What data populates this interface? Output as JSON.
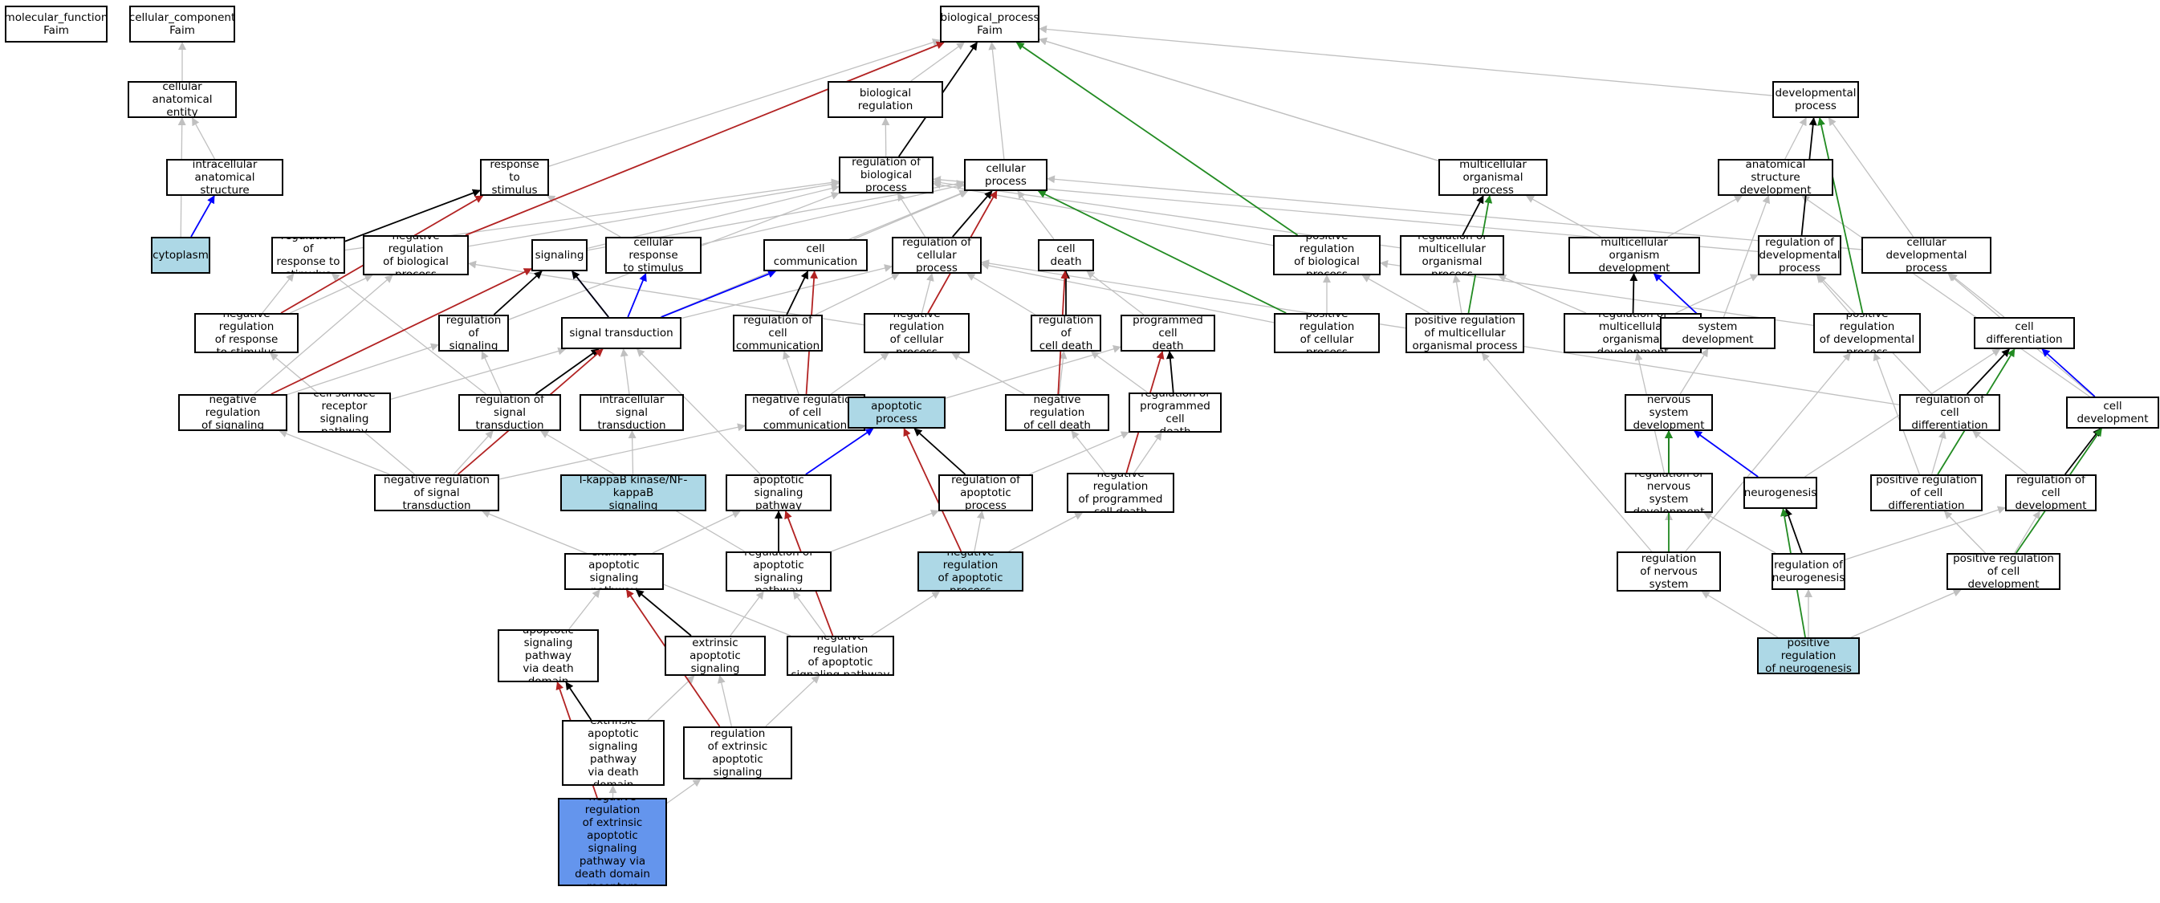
{
  "colors": {
    "is_a": "#c0c0c0",
    "part_of": "#0000ff",
    "regulates": "#000000",
    "positively_regulates": "#228b22",
    "negatively_regulates": "#b22222",
    "annotated_fill": "#add8e6",
    "query_fill": "#6495ed"
  },
  "nodes": [
    {
      "id": "mf",
      "label": "molecular_function\nFaim",
      "fill": "white"
    },
    {
      "id": "cc",
      "label": "cellular_component\nFaim",
      "fill": "white"
    },
    {
      "id": "bp",
      "label": "biological_process\nFaim",
      "fill": "white"
    },
    {
      "id": "cae",
      "label": "cellular anatomical\nentity",
      "fill": "white"
    },
    {
      "id": "breg",
      "label": "biological regulation",
      "fill": "white"
    },
    {
      "id": "devp",
      "label": "developmental\nprocess",
      "fill": "white"
    },
    {
      "id": "ias",
      "label": "intracellular\nanatomical structure",
      "fill": "white"
    },
    {
      "id": "rts",
      "label": "response to\nstimulus",
      "fill": "white"
    },
    {
      "id": "rbp",
      "label": "regulation of\nbiological process",
      "fill": "white"
    },
    {
      "id": "cp",
      "label": "cellular process",
      "fill": "white"
    },
    {
      "id": "mop",
      "label": "multicellular\norganismal process",
      "fill": "white"
    },
    {
      "id": "asd",
      "label": "anatomical structure\ndevelopment",
      "fill": "white"
    },
    {
      "id": "cyto",
      "label": "cytoplasm",
      "fill": "light"
    },
    {
      "id": "rrts",
      "label": "regulation of\nresponse to\nstimulus",
      "fill": "white"
    },
    {
      "id": "nrbp",
      "label": "negative regulation\nof biological\nprocess",
      "fill": "white"
    },
    {
      "id": "sig",
      "label": "signaling",
      "fill": "white"
    },
    {
      "id": "crts",
      "label": "cellular response\nto stimulus",
      "fill": "white"
    },
    {
      "id": "ccom",
      "label": "cell communication",
      "fill": "white"
    },
    {
      "id": "rcp",
      "label": "regulation of\ncellular process",
      "fill": "white"
    },
    {
      "id": "cdeath",
      "label": "cell death",
      "fill": "white"
    },
    {
      "id": "prbp",
      "label": "positive regulation\nof biological\nprocess",
      "fill": "white"
    },
    {
      "id": "rmop",
      "label": "regulation of\nmulticellular\norganismal process",
      "fill": "white"
    },
    {
      "id": "mod",
      "label": "multicellular\norganism development",
      "fill": "white"
    },
    {
      "id": "rdp",
      "label": "regulation of\ndevelopmental\nprocess",
      "fill": "white"
    },
    {
      "id": "cdp",
      "label": "cellular developmental\nprocess",
      "fill": "white"
    },
    {
      "id": "nrrts",
      "label": "negative regulation\nof response\nto stimulus",
      "fill": "white"
    },
    {
      "id": "rsig",
      "label": "regulation of\nsignaling",
      "fill": "white"
    },
    {
      "id": "st",
      "label": "signal transduction",
      "fill": "white"
    },
    {
      "id": "rcc",
      "label": "regulation of\ncell communication",
      "fill": "white"
    },
    {
      "id": "nrcp",
      "label": "negative regulation\nof cellular\nprocess",
      "fill": "white"
    },
    {
      "id": "rcd",
      "label": "regulation of\ncell death",
      "fill": "white"
    },
    {
      "id": "pcd",
      "label": "programmed cell\ndeath",
      "fill": "white"
    },
    {
      "id": "prcp",
      "label": "positive regulation\nof cellular\nprocess",
      "fill": "white"
    },
    {
      "id": "prmop",
      "label": "positive regulation\nof multicellular\norganismal process",
      "fill": "white"
    },
    {
      "id": "rmod",
      "label": "regulation of\nmulticellular\norganismal development",
      "fill": "white"
    },
    {
      "id": "sysdev",
      "label": "system development",
      "fill": "white"
    },
    {
      "id": "prdp",
      "label": "positive regulation\nof developmental\nprocess",
      "fill": "white"
    },
    {
      "id": "cdiff",
      "label": "cell differentiation",
      "fill": "white"
    },
    {
      "id": "nrsig",
      "label": "negative regulation\nof signaling",
      "fill": "white"
    },
    {
      "id": "csrsp",
      "label": "cell surface\nreceptor signaling\npathway",
      "fill": "white"
    },
    {
      "id": "rst",
      "label": "regulation of\nsignal transduction",
      "fill": "white"
    },
    {
      "id": "ist",
      "label": "intracellular\nsignal transduction",
      "fill": "white"
    },
    {
      "id": "nrcc",
      "label": "negative regulation\nof cell communication",
      "fill": "white"
    },
    {
      "id": "apop",
      "label": "apoptotic process",
      "fill": "light"
    },
    {
      "id": "nrcd",
      "label": "negative regulation\nof cell death",
      "fill": "white"
    },
    {
      "id": "rpcd",
      "label": "regulation of\nprogrammed cell\ndeath",
      "fill": "white"
    },
    {
      "id": "nsd",
      "label": "nervous system\ndevelopment",
      "fill": "white"
    },
    {
      "id": "rcdiff",
      "label": "regulation of\ncell differentiation",
      "fill": "white"
    },
    {
      "id": "celldev",
      "label": "cell development",
      "fill": "white"
    },
    {
      "id": "nrst",
      "label": "negative regulation\nof signal transduction",
      "fill": "white"
    },
    {
      "id": "ikb",
      "label": "I-kappaB kinase/NF-kappaB\nsignaling",
      "fill": "light"
    },
    {
      "id": "asp",
      "label": "apoptotic signaling\npathway",
      "fill": "white"
    },
    {
      "id": "rap",
      "label": "regulation of\napoptotic process",
      "fill": "white"
    },
    {
      "id": "nrpcd",
      "label": "negative regulation\nof programmed\ncell death",
      "fill": "white"
    },
    {
      "id": "rnsd",
      "label": "regulation of\nnervous system\ndevelopment",
      "fill": "white"
    },
    {
      "id": "neurog",
      "label": "neurogenesis",
      "fill": "white"
    },
    {
      "id": "prcdiff",
      "label": "positive regulation\nof cell differentiation",
      "fill": "white"
    },
    {
      "id": "rcdev",
      "label": "regulation of\ncell development",
      "fill": "white"
    },
    {
      "id": "easp",
      "label": "extrinsic apoptotic\nsignaling pathway",
      "fill": "white"
    },
    {
      "id": "rasp",
      "label": "regulation of\napoptotic signaling\npathway",
      "fill": "white"
    },
    {
      "id": "nrap",
      "label": "negative regulation\nof apoptotic\nprocess",
      "fill": "light"
    },
    {
      "id": "prnsd",
      "label": "positive regulation\nof nervous system\ndevelopment",
      "fill": "white"
    },
    {
      "id": "rneurog",
      "label": "regulation of\nneurogenesis",
      "fill": "white"
    },
    {
      "id": "prcdev",
      "label": "positive regulation\nof cell development",
      "fill": "white"
    },
    {
      "id": "easpdd",
      "label": "extrinsic apoptotic\nsignaling pathway\nvia death domain\nreceptors",
      "fill": "white"
    },
    {
      "id": "reasp",
      "label": "regulation of\nextrinsic apoptotic\nsignaling pathway",
      "fill": "white"
    },
    {
      "id": "nrasp",
      "label": "negative regulation\nof apoptotic\nsignaling pathway",
      "fill": "white"
    },
    {
      "id": "prneurog",
      "label": "positive regulation\nof neurogenesis",
      "fill": "light"
    },
    {
      "id": "reaspdd",
      "label": "regulation of\nextrinsic apoptotic\nsignaling pathway\nvia death domain\nreceptors",
      "fill": "white"
    },
    {
      "id": "nreasp",
      "label": "negative regulation\nof extrinsic\napoptotic signaling\npathway",
      "fill": "white"
    },
    {
      "id": "nreaspdd",
      "label": "negative regulation\nof extrinsic\napoptotic signaling\npathway via\ndeath domain\nreceptors",
      "fill": "query"
    }
  ],
  "edges": [
    [
      "cae",
      "cc",
      "is_a"
    ],
    [
      "ias",
      "cae",
      "is_a"
    ],
    [
      "cyto",
      "cae",
      "is_a"
    ],
    [
      "cyto",
      "ias",
      "part_of"
    ],
    [
      "breg",
      "bp",
      "is_a"
    ],
    [
      "rbp",
      "bp",
      "is_a"
    ],
    [
      "rbp",
      "breg",
      "is_a"
    ],
    [
      "rbp",
      "bp",
      "regulates"
    ],
    [
      "cp",
      "bp",
      "is_a"
    ],
    [
      "rts",
      "bp",
      "is_a"
    ],
    [
      "mop",
      "bp",
      "is_a"
    ],
    [
      "devp",
      "bp",
      "is_a"
    ],
    [
      "nrbp",
      "bp",
      "negatively_regulates"
    ],
    [
      "prbp",
      "bp",
      "positively_regulates"
    ],
    [
      "nrbp",
      "rbp",
      "is_a"
    ],
    [
      "prbp",
      "rbp",
      "is_a"
    ],
    [
      "rrts",
      "rts",
      "regulates"
    ],
    [
      "rrts",
      "rbp",
      "is_a"
    ],
    [
      "nrrts",
      "rts",
      "negatively_regulates"
    ],
    [
      "nrrts",
      "rrts",
      "is_a"
    ],
    [
      "nrrts",
      "nrbp",
      "is_a"
    ],
    [
      "sig",
      "cp",
      "is_a"
    ],
    [
      "sig",
      "rbp",
      "is_a"
    ],
    [
      "crts",
      "rts",
      "is_a"
    ],
    [
      "crts",
      "cp",
      "is_a"
    ],
    [
      "ccom",
      "cp",
      "is_a"
    ],
    [
      "rcp",
      "rbp",
      "is_a"
    ],
    [
      "rcp",
      "cp",
      "regulates"
    ],
    [
      "cdeath",
      "cp",
      "is_a"
    ],
    [
      "prcp",
      "cp",
      "positively_regulates"
    ],
    [
      "prcp",
      "prbp",
      "is_a"
    ],
    [
      "prcp",
      "rcp",
      "is_a"
    ],
    [
      "nrcp",
      "cp",
      "negatively_regulates"
    ],
    [
      "nrcp",
      "nrbp",
      "is_a"
    ],
    [
      "nrcp",
      "rcp",
      "is_a"
    ],
    [
      "st",
      "sig",
      "regulates"
    ],
    [
      "st",
      "sig",
      "part_of"
    ],
    [
      "st",
      "crts",
      "part_of"
    ],
    [
      "st",
      "ccom",
      "part_of"
    ],
    [
      "st",
      "cp",
      "is_a"
    ],
    [
      "st",
      "rcp",
      "is_a"
    ],
    [
      "rsig",
      "sig",
      "regulates"
    ],
    [
      "rsig",
      "rbp",
      "is_a"
    ],
    [
      "rcc",
      "ccom",
      "regulates"
    ],
    [
      "rcc",
      "rcp",
      "is_a"
    ],
    [
      "nrsig",
      "sig",
      "negatively_regulates"
    ],
    [
      "nrsig",
      "rsig",
      "is_a"
    ],
    [
      "nrsig",
      "nrbp",
      "is_a"
    ],
    [
      "nrcc",
      "ccom",
      "negatively_regulates"
    ],
    [
      "nrcc",
      "rcc",
      "is_a"
    ],
    [
      "nrcc",
      "nrcp",
      "is_a"
    ],
    [
      "rst",
      "st",
      "regulates"
    ],
    [
      "rst",
      "rsig",
      "is_a"
    ],
    [
      "rst",
      "rrts",
      "is_a"
    ],
    [
      "nrst",
      "st",
      "negatively_regulates"
    ],
    [
      "nrst",
      "rst",
      "is_a"
    ],
    [
      "nrst",
      "nrsig",
      "is_a"
    ],
    [
      "nrst",
      "nrrts",
      "is_a"
    ],
    [
      "nrst",
      "nrcc",
      "is_a"
    ],
    [
      "csrsp",
      "st",
      "is_a"
    ],
    [
      "ist",
      "st",
      "is_a"
    ],
    [
      "ikb",
      "ist",
      "is_a"
    ],
    [
      "rcd",
      "cdeath",
      "regulates"
    ],
    [
      "rcd",
      "rcp",
      "is_a"
    ],
    [
      "nrcd",
      "cdeath",
      "negatively_regulates"
    ],
    [
      "nrcd",
      "rcd",
      "is_a"
    ],
    [
      "nrcd",
      "nrcp",
      "is_a"
    ],
    [
      "pcd",
      "cdeath",
      "is_a"
    ],
    [
      "apop",
      "pcd",
      "is_a"
    ],
    [
      "rpcd",
      "pcd",
      "regulates"
    ],
    [
      "rpcd",
      "rcd",
      "is_a"
    ],
    [
      "nrpcd",
      "pcd",
      "negatively_regulates"
    ],
    [
      "nrpcd",
      "rpcd",
      "is_a"
    ],
    [
      "nrpcd",
      "nrcd",
      "is_a"
    ],
    [
      "asp",
      "st",
      "is_a"
    ],
    [
      "asp",
      "apop",
      "part_of"
    ],
    [
      "rap",
      "apop",
      "regulates"
    ],
    [
      "rap",
      "rpcd",
      "is_a"
    ],
    [
      "nrap",
      "apop",
      "negatively_regulates"
    ],
    [
      "nrap",
      "rap",
      "is_a"
    ],
    [
      "nrap",
      "nrpcd",
      "is_a"
    ],
    [
      "rasp",
      "asp",
      "regulates"
    ],
    [
      "rasp",
      "rst",
      "is_a"
    ],
    [
      "rasp",
      "rap",
      "is_a"
    ],
    [
      "nrasp",
      "asp",
      "negatively_regulates"
    ],
    [
      "nrasp",
      "rasp",
      "is_a"
    ],
    [
      "nrasp",
      "nrst",
      "is_a"
    ],
    [
      "nrasp",
      "nrap",
      "is_a"
    ],
    [
      "easp",
      "asp",
      "is_a"
    ],
    [
      "reasp",
      "easp",
      "regulates"
    ],
    [
      "reasp",
      "rasp",
      "is_a"
    ],
    [
      "nreasp",
      "easp",
      "negatively_regulates"
    ],
    [
      "nreasp",
      "reasp",
      "is_a"
    ],
    [
      "nreasp",
      "nrasp",
      "is_a"
    ],
    [
      "easpdd",
      "easp",
      "is_a"
    ],
    [
      "reaspdd",
      "easpdd",
      "regulates"
    ],
    [
      "reaspdd",
      "reasp",
      "is_a"
    ],
    [
      "nreaspdd",
      "easpdd",
      "negatively_regulates"
    ],
    [
      "nreaspdd",
      "reaspdd",
      "is_a"
    ],
    [
      "nreaspdd",
      "nreasp",
      "is_a"
    ],
    [
      "mop",
      "bp",
      "is_a"
    ],
    [
      "asd",
      "devp",
      "is_a"
    ],
    [
      "rdp",
      "devp",
      "regulates"
    ],
    [
      "rdp",
      "rbp",
      "is_a"
    ],
    [
      "cdp",
      "devp",
      "is_a"
    ],
    [
      "cdp",
      "cp",
      "is_a"
    ],
    [
      "rmop",
      "mop",
      "regulates"
    ],
    [
      "rmop",
      "rbp",
      "is_a"
    ],
    [
      "mod",
      "mop",
      "is_a"
    ],
    [
      "mod",
      "asd",
      "is_a"
    ],
    [
      "prmop",
      "mop",
      "positively_regulates"
    ],
    [
      "prmop",
      "rmop",
      "is_a"
    ],
    [
      "prmop",
      "prbp",
      "is_a"
    ],
    [
      "rmod",
      "mod",
      "regulates"
    ],
    [
      "rmod",
      "rmop",
      "is_a"
    ],
    [
      "rmod",
      "rdp",
      "is_a"
    ],
    [
      "sysdev",
      "mod",
      "part_of"
    ],
    [
      "sysdev",
      "asd",
      "is_a"
    ],
    [
      "prdp",
      "devp",
      "positively_regulates"
    ],
    [
      "prdp",
      "rdp",
      "is_a"
    ],
    [
      "prdp",
      "prbp",
      "is_a"
    ],
    [
      "cdiff",
      "cdp",
      "is_a"
    ],
    [
      "rcdiff",
      "cdiff",
      "regulates"
    ],
    [
      "rcdiff",
      "rdp",
      "is_a"
    ],
    [
      "rcdiff",
      "rcp",
      "is_a"
    ],
    [
      "celldev",
      "cdiff",
      "part_of"
    ],
    [
      "celldev",
      "asd",
      "is_a"
    ],
    [
      "celldev",
      "cdp",
      "is_a"
    ],
    [
      "nsd",
      "sysdev",
      "is_a"
    ],
    [
      "rnsd",
      "nsd",
      "regulates"
    ],
    [
      "rnsd",
      "rmod",
      "is_a"
    ],
    [
      "prnsd",
      "nsd",
      "positively_regulates"
    ],
    [
      "prnsd",
      "rnsd",
      "is_a"
    ],
    [
      "prnsd",
      "prmop",
      "is_a"
    ],
    [
      "prnsd",
      "prdp",
      "is_a"
    ],
    [
      "neurog",
      "nsd",
      "part_of"
    ],
    [
      "neurog",
      "cdiff",
      "is_a"
    ],
    [
      "prcdiff",
      "cdiff",
      "positively_regulates"
    ],
    [
      "prcdiff",
      "rcdiff",
      "is_a"
    ],
    [
      "prcdiff",
      "prdp",
      "is_a"
    ],
    [
      "rcdev",
      "celldev",
      "regulates"
    ],
    [
      "rcdev",
      "rcdiff",
      "is_a"
    ],
    [
      "prcdev",
      "celldev",
      "positively_regulates"
    ],
    [
      "prcdev",
      "rcdev",
      "is_a"
    ],
    [
      "prcdev",
      "prcdiff",
      "is_a"
    ],
    [
      "rneurog",
      "neurog",
      "regulates"
    ],
    [
      "rneurog",
      "rnsd",
      "is_a"
    ],
    [
      "rneurog",
      "rcdev",
      "is_a"
    ],
    [
      "prneurog",
      "neurog",
      "positively_regulates"
    ],
    [
      "prneurog",
      "rneurog",
      "is_a"
    ],
    [
      "prneurog",
      "prnsd",
      "is_a"
    ],
    [
      "prneurog",
      "prcdev",
      "is_a"
    ]
  ]
}
